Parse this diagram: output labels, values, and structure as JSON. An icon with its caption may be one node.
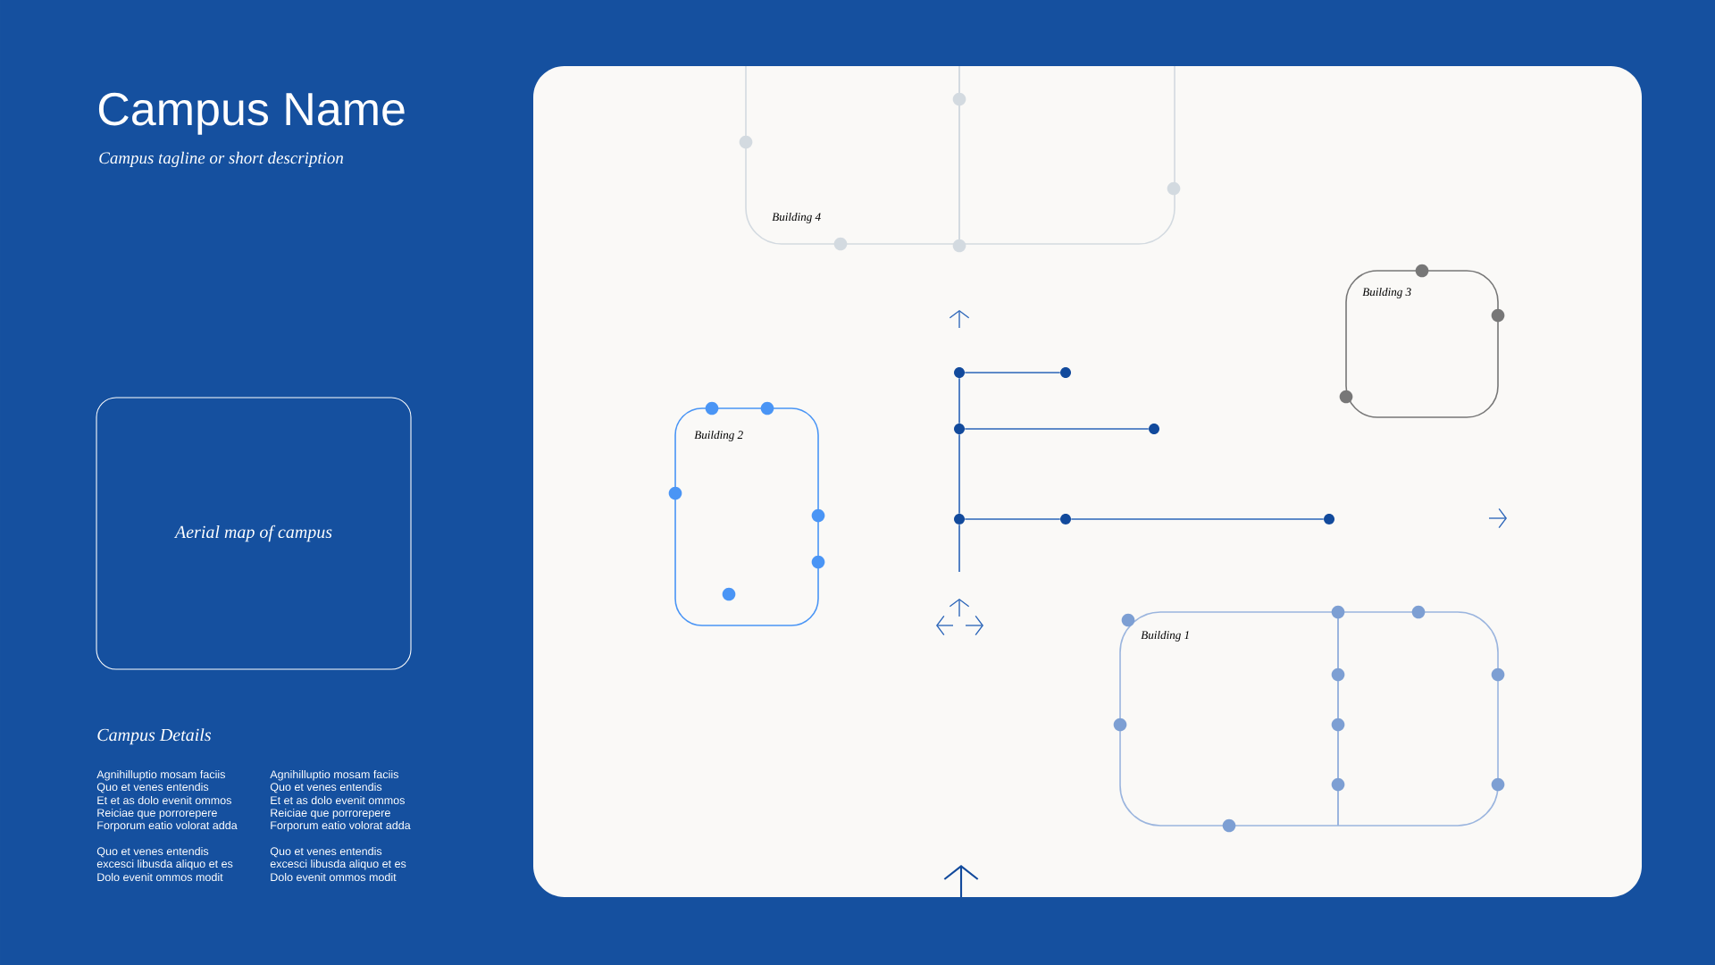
{
  "diagram": {
    "title": "Campus Name",
    "nodes": [
      {
        "text": [
          "Aerial map of campus"
        ]
      },
      {
        "text": [
          "Building 4"
        ]
      },
      {
        "text": [
          "Building 3"
        ]
      },
      {
        "text": [
          "Building 2"
        ]
      },
      {
        "text": [
          "Building 1"
        ]
      },
      {
        "text": [],
        "shape": "circle"
      },
      {
        "text": [],
        "shape": "circle"
      },
      {
        "text": [],
        "shape": "circle"
      },
      {
        "text": [],
        "shape": "circle"
      },
      {
        "text": [],
        "shape": "circle"
      },
      {
        "text": [],
        "shape": "circle"
      },
      {
        "text": [],
        "shape": "circle"
      }
    ],
    "edges": [
      {
        "from": 5,
        "to": 6,
        "arrow": "none"
      },
      {
        "from": 5,
        "to": 7,
        "arrow": "none"
      },
      {
        "from": 7,
        "to": 8,
        "arrow": "none"
      },
      {
        "from": 7,
        "to": 9,
        "arrow": "none"
      },
      {
        "from": 9,
        "to": 10,
        "arrow": "none"
      },
      {
        "from": 10,
        "to": 11,
        "arrow": "none"
      },
      {
        "from": 9,
        "to": null,
        "arrow": "none"
      }
    ],
    "labels": [
      "Campus tagline or short description",
      "Campus Details",
      "Agnihilluptio mosam faciis",
      "Agnihilluptio mosam faciis",
      "Quo et venes entendis",
      "Quo et venes entendis",
      "Et et as dolo evenit ommos",
      "Et et as dolo evenit ommos",
      "Reiciae que porrorepere",
      "Reiciae que porrorepere",
      "Forporum eatio volorat adda",
      "Forporum eatio volorat adda",
      "Quo et venes entendis",
      "Quo et venes entendis",
      "excesci libusda aliquo et es",
      "excesci libusda aliquo et es",
      "Dolo evenit ommos modit",
      "Dolo evenit ommos modit"
    ]
  }
}
